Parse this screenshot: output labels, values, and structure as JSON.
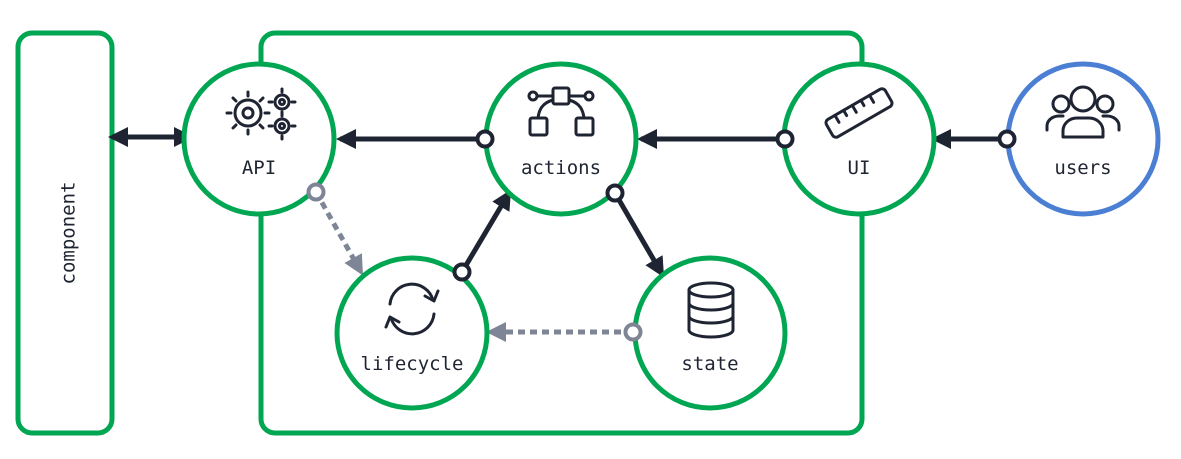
{
  "colors": {
    "frame": "#00a651",
    "users": "#4a7fd4",
    "arrow": "#1f2433",
    "dashed": "#7e8596"
  },
  "component": {
    "label": "component"
  },
  "nodes": {
    "api": {
      "label": "API",
      "icon": "gears-icon"
    },
    "actions": {
      "label": "actions",
      "icon": "vector-path-icon"
    },
    "ui": {
      "label": "UI",
      "icon": "ruler-icon"
    },
    "users": {
      "label": "users",
      "icon": "users-group-icon"
    },
    "lifecycle": {
      "label": "lifecycle",
      "icon": "refresh-icon"
    },
    "state": {
      "label": "state",
      "icon": "database-icon"
    }
  }
}
